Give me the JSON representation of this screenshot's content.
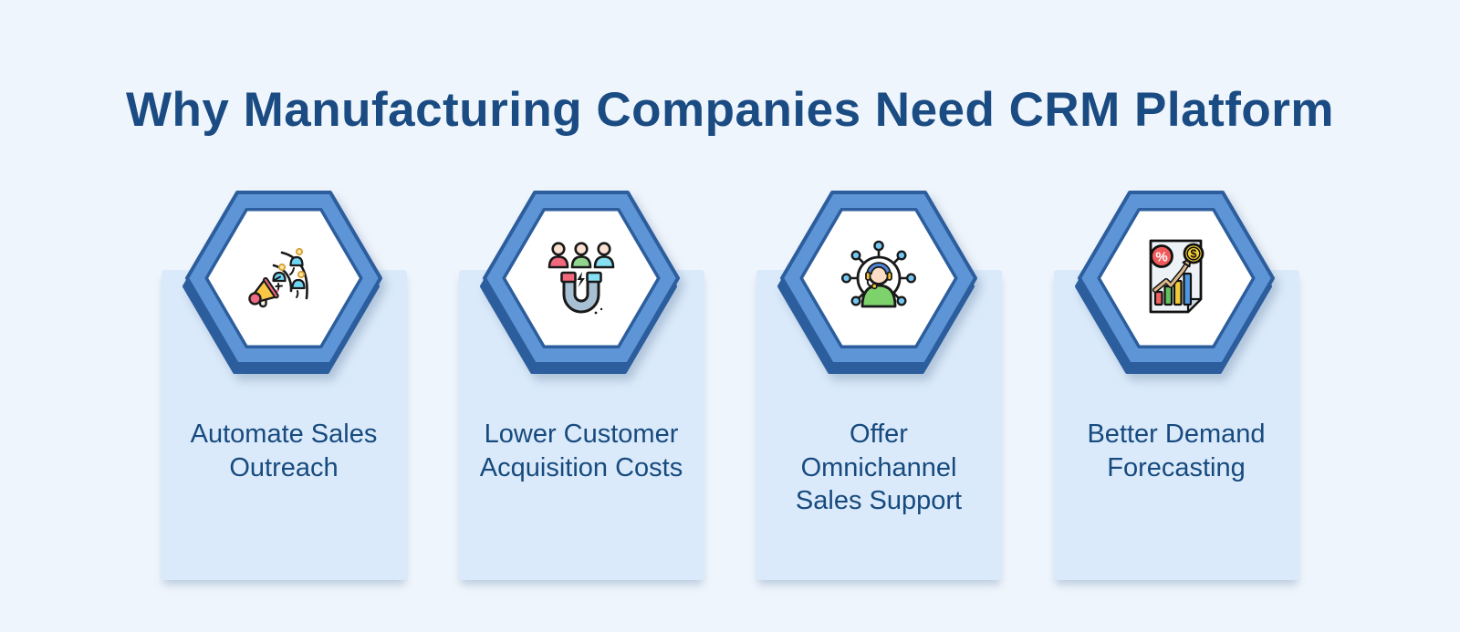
{
  "title": "Why Manufacturing Companies Need CRM Platform",
  "colors": {
    "page_background": "#eff5fc",
    "card_background": "#daeafa",
    "hexagon_band_blue": "#5e95d6",
    "hexagon_outline_navy": "#2c5d9d",
    "hexagon_inner_fill": "#ffffff",
    "title_navy": "#1a4b82",
    "label_navy": "#174a7e"
  },
  "cards": [
    {
      "label": "Automate Sales Outreach",
      "icon": "megaphone-outreach-icon"
    },
    {
      "label": "Lower Customer Acquisition Costs",
      "icon": "magnet-attract-customers-icon"
    },
    {
      "label": "Offer Omnichannel Sales Support",
      "icon": "omnichannel-headset-network-icon"
    },
    {
      "label": "Better Demand Forecasting",
      "icon": "forecast-chart-document-icon"
    }
  ],
  "icon_glyphs": {
    "percent_symbol": "%",
    "dollar_symbol": "$"
  }
}
